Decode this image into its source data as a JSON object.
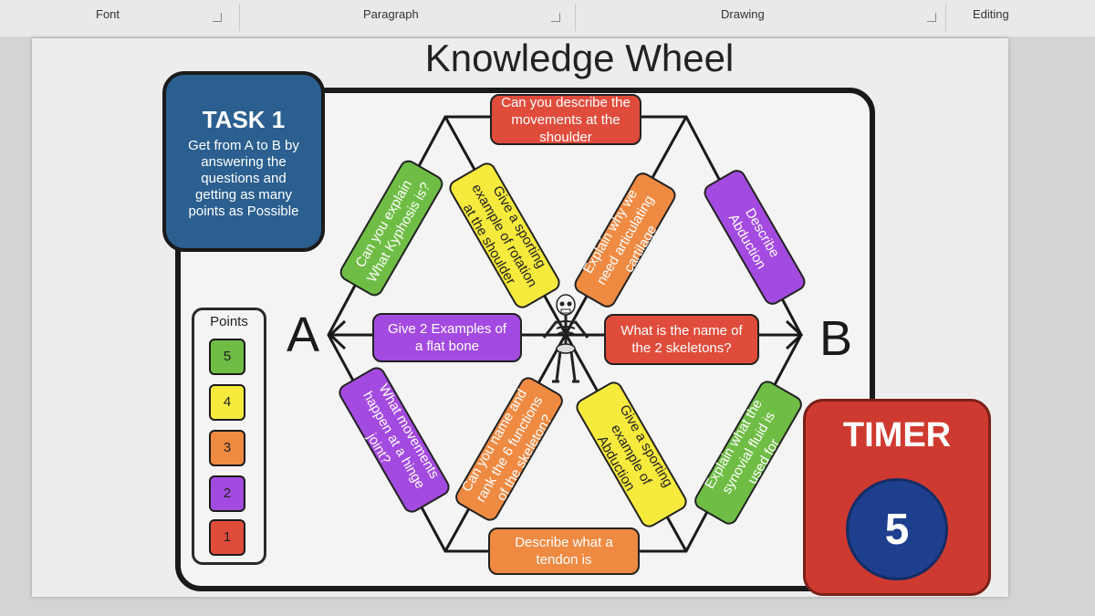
{
  "ribbon": {
    "groups": [
      "Font",
      "Paragraph",
      "Drawing",
      "Editing"
    ]
  },
  "slide": {
    "title": "Knowledge Wheel",
    "task": {
      "title": "TASK 1",
      "body": "Get from A to B by answering the questions and getting as many points as Possible"
    },
    "points": {
      "title": "Points",
      "levels": [
        {
          "value": "5",
          "color": "#6fbd45"
        },
        {
          "value": "4",
          "color": "#f6ea3c"
        },
        {
          "value": "3",
          "color": "#ef8a42"
        },
        {
          "value": "2",
          "color": "#a34ae0"
        },
        {
          "value": "1",
          "color": "#e04c3b"
        }
      ]
    },
    "start_label": "A",
    "end_label": "B",
    "questions": [
      {
        "text": "Can you describe the movements at the shoulder",
        "points": 1
      },
      {
        "text": "Can you explain What Kyphosis is?",
        "points": 5
      },
      {
        "text": "Give a sporting example of rotation at the shoulder",
        "points": 4
      },
      {
        "text": "Explain why we need articulating cartilage",
        "points": 3
      },
      {
        "text": "Describe Abduction",
        "points": 2
      },
      {
        "text": "Give 2 Examples of a flat bone",
        "points": 2
      },
      {
        "text": "What is the name of the 2 skeletons?",
        "points": 1
      },
      {
        "text": "What movements happen at a hinge joint?",
        "points": 2
      },
      {
        "text": "Can you name and rank the 6 functions of the skeleton?",
        "points": 3
      },
      {
        "text": "Give a sporting example of Abduction",
        "points": 4
      },
      {
        "text": "Explain what the synovial fluid is used for",
        "points": 5
      },
      {
        "text": "Describe what a tendon is",
        "points": 3
      }
    ],
    "timer": {
      "title": "TIMER",
      "value": "5"
    },
    "colors": {
      "task_blue": "#2b5f8f",
      "timer_red": "#cf3a30",
      "timer_circle": "#1e3f8d"
    }
  }
}
